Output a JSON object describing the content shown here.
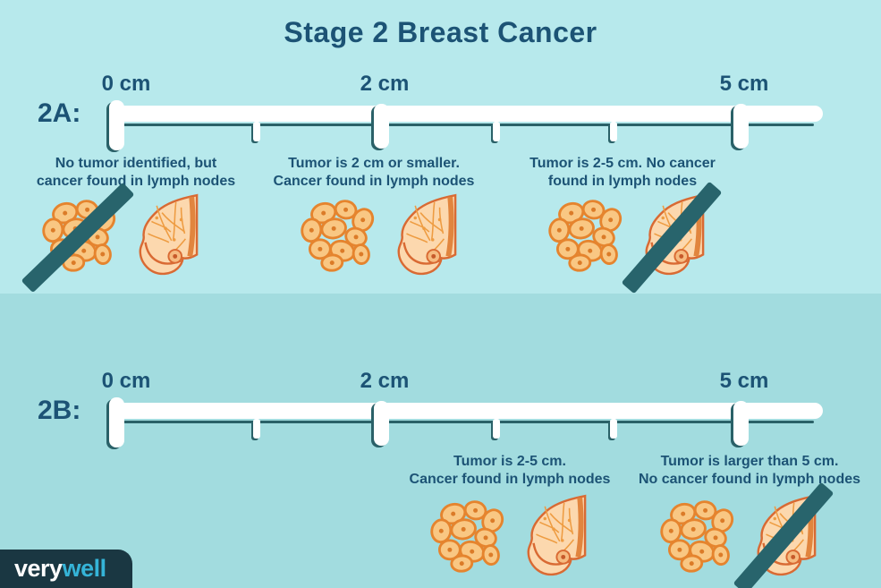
{
  "title": "Stage 2 Breast Cancer",
  "colors": {
    "background_top": "#b7e9ec",
    "background_bottom": "#a2dcdf",
    "text": "#1c5375",
    "slash": "#28646c",
    "logo_background": "#1a3742",
    "logo_accent": "#35b4d8",
    "tumor_fill": "#f9c783",
    "tumor_outline": "#e5842e",
    "skin_fill": "#fcd8ae",
    "skin_outline": "#d96a33"
  },
  "sections": [
    {
      "label": "2A:",
      "ruler_labels": [
        "0 cm",
        "2 cm",
        "5 cm"
      ],
      "items": [
        {
          "line1": "No tumor identified, but",
          "line2": "cancer found in lymph nodes"
        },
        {
          "line1": "Tumor is 2 cm or smaller.",
          "line2": "Cancer found in lymph nodes"
        },
        {
          "line1": "Tumor is 2-5 cm. No cancer",
          "line2": "found in lymph nodes"
        }
      ]
    },
    {
      "label": "2B:",
      "ruler_labels": [
        "0 cm",
        "2 cm",
        "5 cm"
      ],
      "items": [
        {
          "line1": "Tumor is 2-5 cm.",
          "line2": "Cancer found in lymph nodes"
        },
        {
          "line1": "Tumor is larger than 5 cm.",
          "line2": "No cancer found in lymph nodes"
        }
      ]
    }
  ],
  "logo": {
    "very": "very",
    "well": "well"
  }
}
